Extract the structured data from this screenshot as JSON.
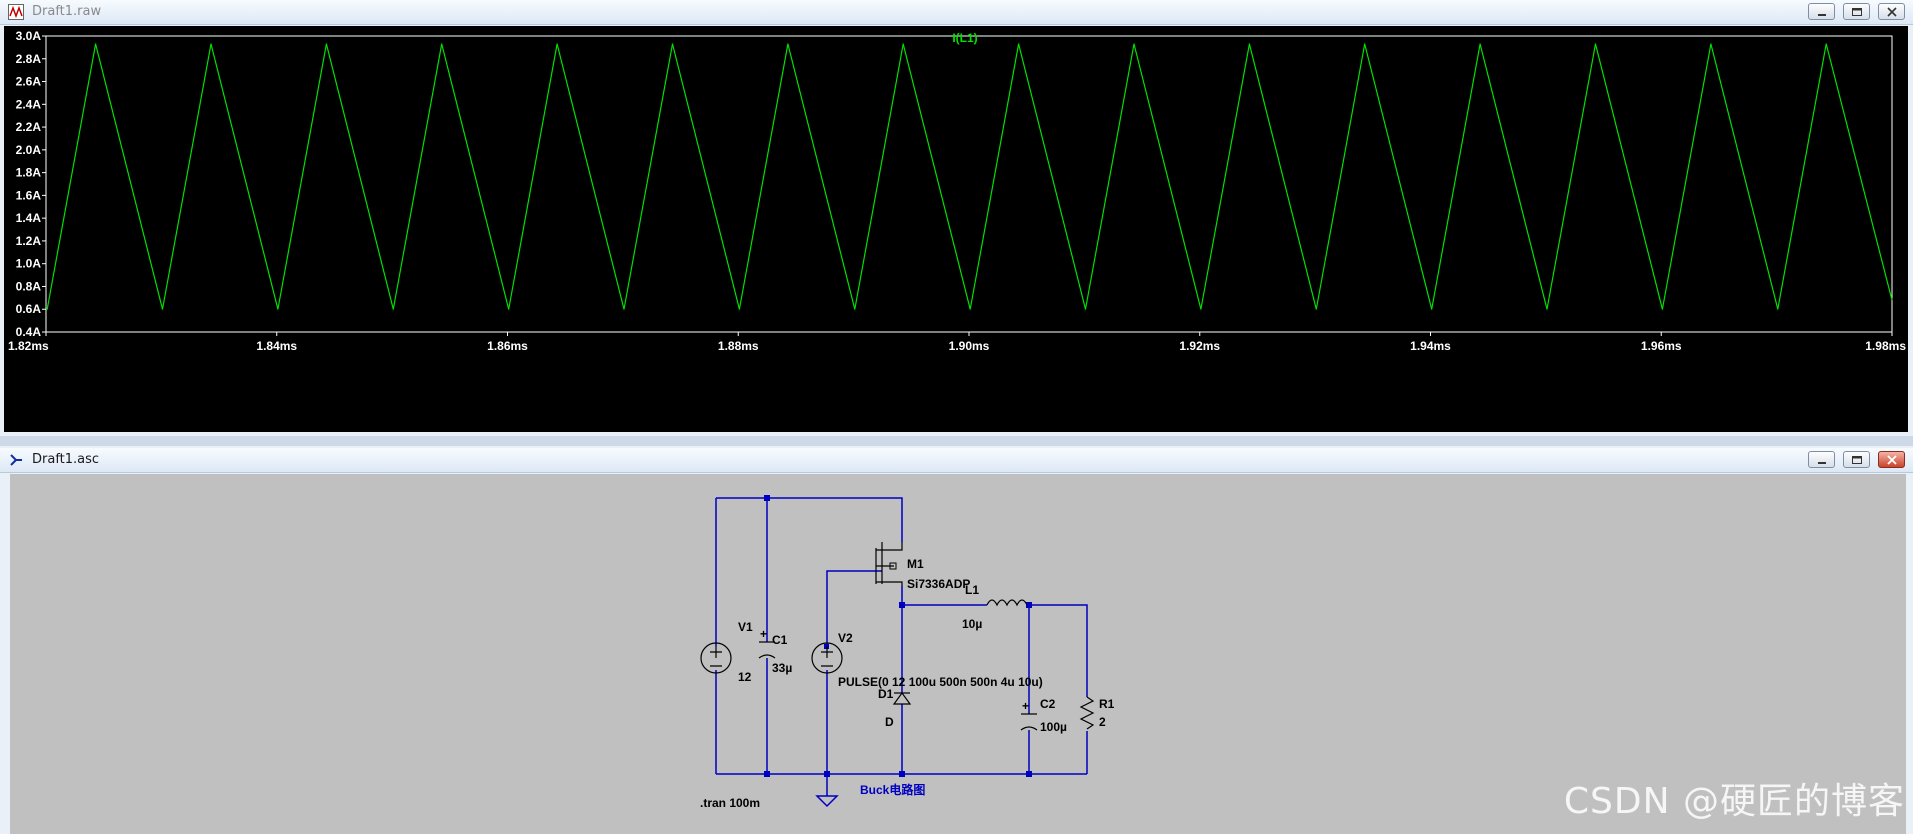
{
  "waveform_window": {
    "title": "Draft1.raw",
    "trace_label": "I(L1)",
    "trace_color": "#00e000",
    "axis_color": "#ffffff"
  },
  "schematic_window": {
    "title": "Draft1.asc",
    "wire_color": "#0000c0",
    "label_color": "#000000",
    "components": {
      "v1_name": "V1",
      "v1_value": "12",
      "c1_name": "C1",
      "c1_value": "33µ",
      "v2_name": "V2",
      "v2_value": "PULSE(0 12 100u 500n 500n 4u 10u)",
      "m1_name": "M1",
      "m1_value": "Si7336ADP",
      "l1_name": "L1",
      "l1_value": "10µ",
      "d1_name": "D1",
      "d1_value": "D",
      "c2_name": "C2",
      "c2_value": "100µ",
      "r1_name": "R1",
      "r1_value": "2"
    },
    "directive": ".tran 100m",
    "circuit_title": "Buck电路图"
  },
  "watermark": "CSDN @硬匠的博客",
  "chart_data": {
    "type": "line",
    "title": "I(L1)",
    "xlabel": "",
    "ylabel": "",
    "x_ticks": [
      "1.82ms",
      "1.84ms",
      "1.86ms",
      "1.88ms",
      "1.90ms",
      "1.92ms",
      "1.94ms",
      "1.96ms",
      "1.98ms"
    ],
    "y_ticks": [
      "0.4A",
      "0.6A",
      "0.8A",
      "1.0A",
      "1.2A",
      "1.4A",
      "1.6A",
      "1.8A",
      "2.0A",
      "2.2A",
      "2.4A",
      "2.6A",
      "2.8A",
      "3.0A"
    ],
    "xlim": [
      1.82,
      1.98
    ],
    "ylim": [
      0.4,
      3.0
    ],
    "grid": false,
    "series": [
      {
        "name": "I(L1)",
        "x": [
          1.82,
          1.8201,
          1.8243,
          1.8301,
          1.8343,
          1.8401,
          1.8443,
          1.8501,
          1.8543,
          1.8601,
          1.8643,
          1.8701,
          1.8743,
          1.8801,
          1.8843,
          1.8901,
          1.8943,
          1.9001,
          1.9043,
          1.9101,
          1.9143,
          1.9201,
          1.9243,
          1.9301,
          1.9343,
          1.9401,
          1.9443,
          1.9501,
          1.9543,
          1.9601,
          1.9643,
          1.9701,
          1.9743,
          1.98
        ],
        "y": [
          0.6,
          0.6,
          2.93,
          0.6,
          2.93,
          0.6,
          2.93,
          0.6,
          2.93,
          0.6,
          2.93,
          0.6,
          2.93,
          0.6,
          2.93,
          0.6,
          2.93,
          0.6,
          2.93,
          0.6,
          2.93,
          0.6,
          2.93,
          0.6,
          2.93,
          0.6,
          2.93,
          0.6,
          2.93,
          0.6,
          2.93,
          0.6,
          2.93,
          0.68
        ]
      }
    ]
  }
}
